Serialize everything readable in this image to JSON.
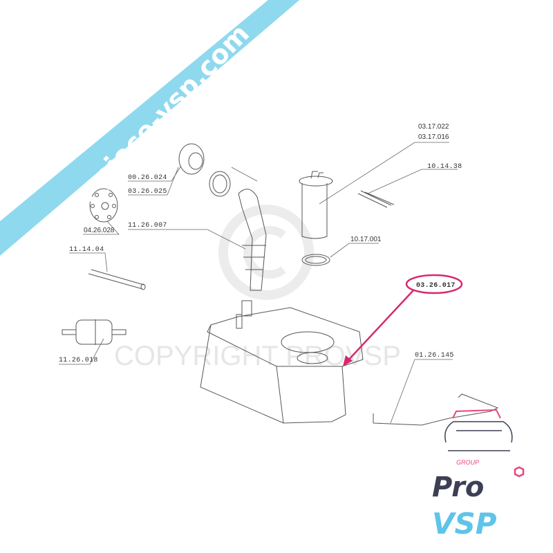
{
  "banner": {
    "text": "pro-piece-vsp.com",
    "color": "#8fd9ef"
  },
  "watermark": {
    "text": "COPYRIGHT PROVSP"
  },
  "labels": {
    "cap_a": "00.26.024",
    "cap_b": "03.26.025",
    "flange": "04.26.028",
    "filler_hose": "11.26.007",
    "hose": "11.14.04",
    "filter": "11.26.018",
    "pump_a": "03.17.022",
    "pump_b": "03.17.016",
    "pipes": "10.14.38",
    "seal": "10.17.001",
    "tank": "03.26.017",
    "strap": "01.26.145"
  },
  "highlight": {
    "label": "03.26.017",
    "color": "#d6286e"
  },
  "logo": {
    "group": "GROUP",
    "pro": "Pro",
    "vsp": "VSP",
    "dark": "#3d3f55",
    "blue": "#5ec4e8",
    "pink": "#e8457a"
  }
}
